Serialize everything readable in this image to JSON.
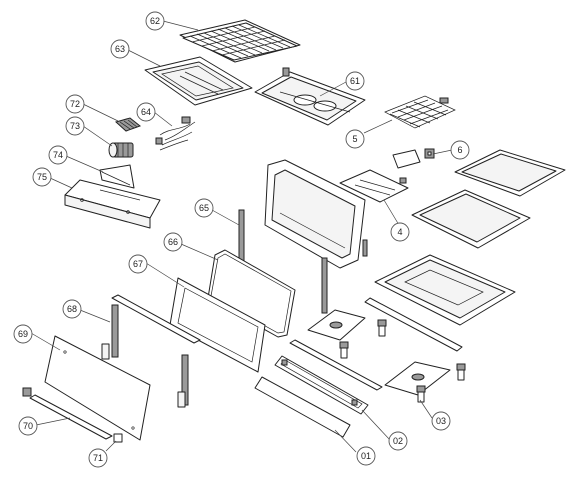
{
  "diagram": {
    "callouts": [
      {
        "id": "c62",
        "label": "62"
      },
      {
        "id": "c63",
        "label": "63"
      },
      {
        "id": "c61",
        "label": "61"
      },
      {
        "id": "c72",
        "label": "72"
      },
      {
        "id": "c64",
        "label": "64"
      },
      {
        "id": "c73",
        "label": "73"
      },
      {
        "id": "c74",
        "label": "74"
      },
      {
        "id": "c75",
        "label": "75"
      },
      {
        "id": "c5",
        "label": "5"
      },
      {
        "id": "c6",
        "label": "6"
      },
      {
        "id": "c4",
        "label": "4"
      },
      {
        "id": "c65",
        "label": "65"
      },
      {
        "id": "c66",
        "label": "66"
      },
      {
        "id": "c67",
        "label": "67"
      },
      {
        "id": "c68",
        "label": "68"
      },
      {
        "id": "c69",
        "label": "69"
      },
      {
        "id": "c70",
        "label": "70"
      },
      {
        "id": "c71",
        "label": "71"
      },
      {
        "id": "c01",
        "label": "01"
      },
      {
        "id": "c02",
        "label": "02"
      },
      {
        "id": "c03",
        "label": "03"
      }
    ]
  }
}
